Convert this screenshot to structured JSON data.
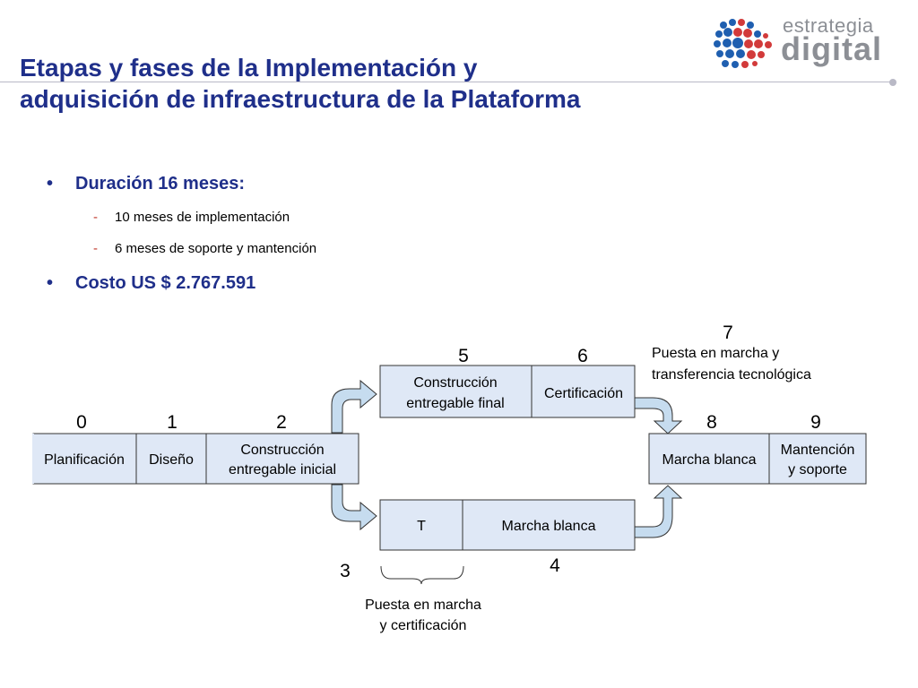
{
  "header": {
    "title_line1": "Etapas y fases de la Implementación y",
    "title_line2": "adquisición de infraestructura de la Plataforma",
    "logo_word1": "estrategia",
    "logo_word2": "digital"
  },
  "bullets": {
    "duration": "Duración 16 meses:",
    "sub1": "10 meses de implementación",
    "sub2": "6 meses de soporte y mantención",
    "cost": "Costo US $ 2.767.591"
  },
  "diagram": {
    "numbers": [
      "0",
      "1",
      "2",
      "3",
      "4",
      "5",
      "6",
      "7",
      "8",
      "9"
    ],
    "boxes": {
      "planificacion": "Planificación",
      "diseno": "Diseño",
      "construccion_inicial_1": "Construcción",
      "construccion_inicial_2": "entregable inicial",
      "construccion_final_1": "Construcción",
      "construccion_final_2": "entregable final",
      "certificacion": "Certificación",
      "t": "T",
      "marcha_blanca_bottom": "Marcha blanca",
      "marcha_blanca_right": "Marcha blanca",
      "mantencion_1": "Mantención",
      "mantencion_2": "y soporte"
    },
    "annotations": {
      "puesta_transferencia_1": "Puesta en marcha y",
      "puesta_transferencia_2": "transferencia tecnológica",
      "puesta_cert_1": "Puesta en marcha",
      "puesta_cert_2": "y certificación"
    }
  },
  "colors": {
    "title": "#1f2f8a",
    "box_fill": "#dfe8f6",
    "arrow_fill": "#c6dcef",
    "logo_blue": "#1f5fb0",
    "logo_red": "#d23a3a"
  }
}
